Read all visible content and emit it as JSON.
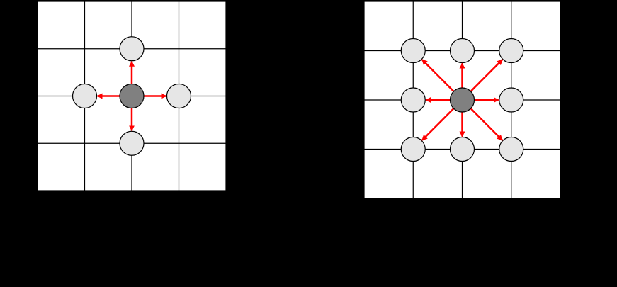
{
  "colors": {
    "background": "#000000",
    "grid_fill": "#ffffff",
    "grid_line": "#000000",
    "center_node": "#808080",
    "neighbor_node": "#e6e6e6",
    "node_stroke": "#000000",
    "arrow": "#ff0000"
  },
  "diagrams": [
    {
      "name": "four-neighborhood",
      "grid_size": 4,
      "center": [
        2,
        2
      ],
      "neighbors": [
        [
          0,
          -1
        ],
        [
          -1,
          0
        ],
        [
          1,
          0
        ],
        [
          0,
          1
        ]
      ]
    },
    {
      "name": "eight-neighborhood",
      "grid_size": 4,
      "center": [
        2,
        2
      ],
      "neighbors": [
        [
          -1,
          -1
        ],
        [
          0,
          -1
        ],
        [
          1,
          -1
        ],
        [
          -1,
          0
        ],
        [
          1,
          0
        ],
        [
          -1,
          1
        ],
        [
          0,
          1
        ],
        [
          1,
          1
        ]
      ]
    }
  ]
}
